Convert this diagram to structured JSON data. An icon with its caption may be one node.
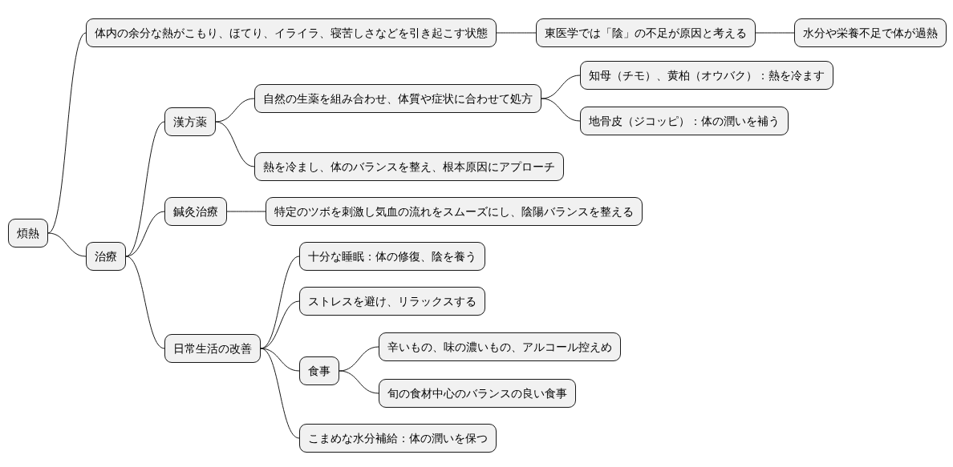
{
  "diagram": {
    "nodes": [
      {
        "text": [
          "煩熱"
        ]
      },
      {
        "text": [
          "体内の余分な熱がこもり、ほてり、イライラ、寝苦しさなどを引き起こす状態"
        ]
      },
      {
        "text": [
          "東医学では「陰」の不足が原因と考える"
        ]
      },
      {
        "text": [
          "水分や栄養不足で体が過熱"
        ]
      },
      {
        "text": [
          "治療"
        ]
      },
      {
        "text": [
          "漢方薬"
        ]
      },
      {
        "text": [
          "自然の生薬を組み合わせ、体質や症状に合わせて処方"
        ]
      },
      {
        "text": [
          "知母（チモ）、黄柏（オウバク）：熱を冷ます"
        ]
      },
      {
        "text": [
          "地骨皮（ジコッピ）：体の潤いを補う"
        ]
      },
      {
        "text": [
          "熱を冷まし、体のバランスを整え、根本原因にアプローチ"
        ]
      },
      {
        "text": [
          "鍼灸治療"
        ]
      },
      {
        "text": [
          "特定のツボを刺激し気血の流れをスムーズにし、陰陽バランスを整える"
        ]
      },
      {
        "text": [
          "日常生活の改善"
        ]
      },
      {
        "text": [
          "十分な睡眠：体の修復、陰を養う"
        ]
      },
      {
        "text": [
          "ストレスを避け、リラックスする"
        ]
      },
      {
        "text": [
          "食事"
        ]
      },
      {
        "text": [
          "辛いもの、味の濃いもの、アルコール控えめ"
        ]
      },
      {
        "text": [
          "旬の食材中心のバランスの良い食事"
        ]
      },
      {
        "text": [
          "こまめな水分補給：体の潤いを保つ"
        ]
      }
    ],
    "edges": [
      {
        "from": 0,
        "to": 1,
        "arrow": "none"
      },
      {
        "from": 1,
        "to": 2,
        "arrow": "none"
      },
      {
        "from": 2,
        "to": 3,
        "arrow": "none"
      },
      {
        "from": 0,
        "to": 4,
        "arrow": "none"
      },
      {
        "from": 4,
        "to": 5,
        "arrow": "none"
      },
      {
        "from": 5,
        "to": 6,
        "arrow": "none"
      },
      {
        "from": 6,
        "to": 7,
        "arrow": "none"
      },
      {
        "from": 6,
        "to": 8,
        "arrow": "none"
      },
      {
        "from": 5,
        "to": 9,
        "arrow": "none"
      },
      {
        "from": 4,
        "to": 10,
        "arrow": "none"
      },
      {
        "from": 10,
        "to": 11,
        "arrow": "none"
      },
      {
        "from": 4,
        "to": 12,
        "arrow": "none"
      },
      {
        "from": 12,
        "to": 13,
        "arrow": "none"
      },
      {
        "from": 12,
        "to": 14,
        "arrow": "none"
      },
      {
        "from": 12,
        "to": 15,
        "arrow": "none"
      },
      {
        "from": 15,
        "to": 16,
        "arrow": "none"
      },
      {
        "from": 15,
        "to": 17,
        "arrow": "none"
      },
      {
        "from": 12,
        "to": 18,
        "arrow": "none"
      }
    ]
  }
}
